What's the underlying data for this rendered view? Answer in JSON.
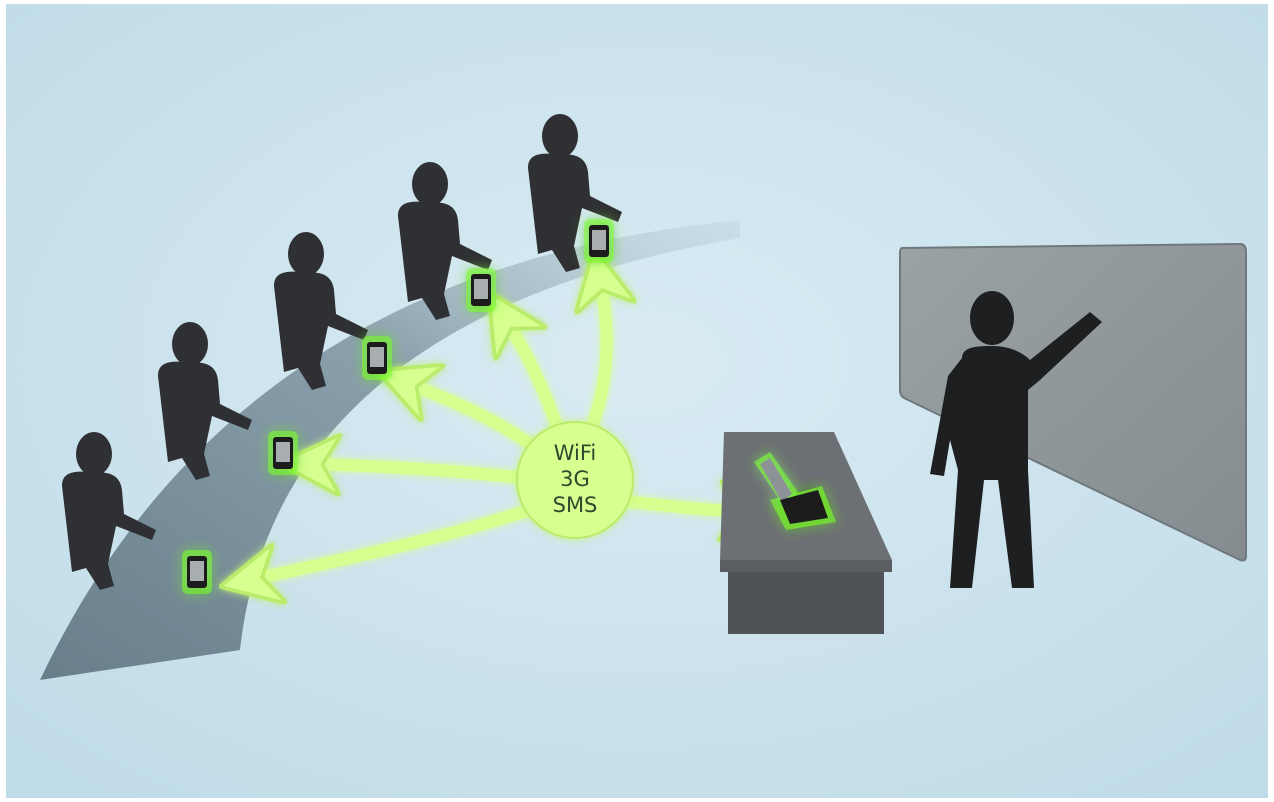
{
  "hub": {
    "lines": [
      "WiFi",
      "3G",
      "SMS"
    ]
  },
  "colors": {
    "background": "#cfe4ee",
    "glow": "#7bff2a",
    "arrow": "#d6ff8f",
    "silhouette": "#2f3033",
    "bench": "#6f8390",
    "desk": "#6c7074",
    "screen": "#8e9699"
  },
  "icons": {
    "student": "person-silhouette-icon",
    "device": "smartphone-icon",
    "laptop": "laptop-icon",
    "teacher": "presenter-silhouette-icon"
  },
  "students_count": 5,
  "devices_count": 5
}
